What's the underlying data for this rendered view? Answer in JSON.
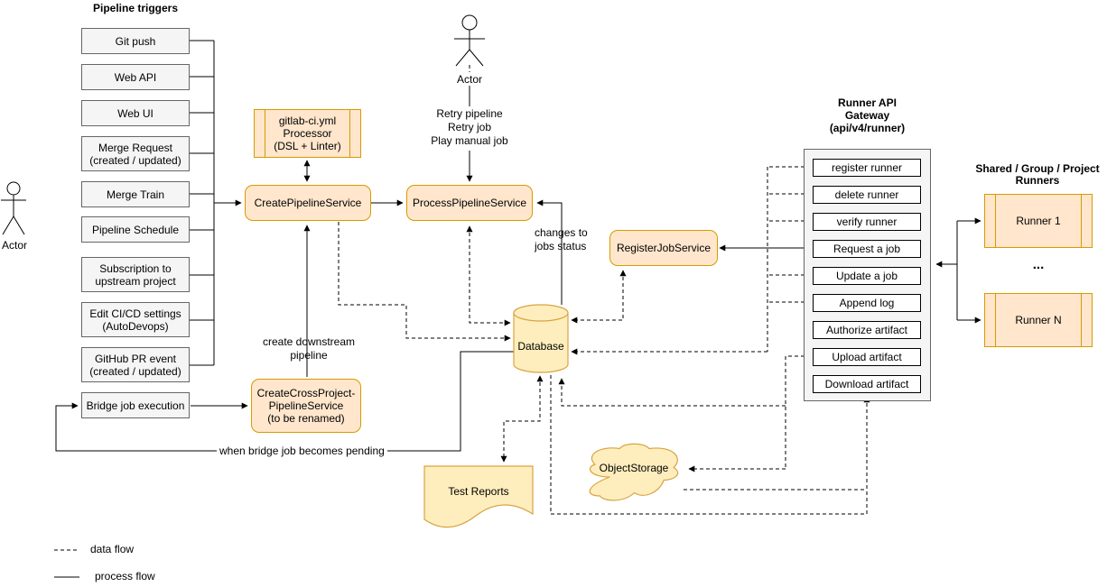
{
  "pipeline_triggers": {
    "title": "Pipeline triggers",
    "items": [
      "Git push",
      "Web API",
      "Web UI",
      "Merge Request\n(created / updated)",
      "Merge Train",
      "Pipeline Schedule",
      "Subscription to\nupstream project",
      "Edit CI/CD settings\n(AutoDevops)",
      "GitHub PR event\n(created / updated)",
      "Bridge job execution"
    ]
  },
  "actors": {
    "left_label": "Actor",
    "top_label": "Actor"
  },
  "services": {
    "processor": "gitlab-ci.yml\nProcessor\n(DSL + Linter)",
    "create_pipeline": "CreatePipelineService",
    "process_pipeline": "ProcessPipelineService",
    "register_job": "RegisterJobService",
    "cross_project": "CreateCrossProject-\nPipelineService\n(to be renamed)"
  },
  "labels": {
    "retry_actions": "Retry pipeline\nRetry job\nPlay manual job",
    "changes_to_jobs_status": "changes to\njobs status",
    "create_downstream_pipeline": "create downstream\npipeline",
    "when_bridge_pending": "when bridge job becomes pending"
  },
  "database": {
    "label": "Database"
  },
  "object_storage": {
    "label": "ObjectStorage"
  },
  "test_reports": {
    "label": "Test Reports"
  },
  "runner_gateway": {
    "title": "Runner API\nGateway\n(api/v4/runner)",
    "endpoints": [
      "register runner",
      "delete runner",
      "verify runner",
      "Request a job",
      "Update a job",
      "Append log",
      "Authorize artifact",
      "Upload artifact",
      "Download artifact"
    ]
  },
  "runners": {
    "title": "Shared / Group / Project\nRunners",
    "items": [
      "Runner 1",
      "Runner N"
    ],
    "ellipsis": "..."
  },
  "legend": {
    "data_flow": "data flow",
    "process_flow": "process flow"
  },
  "colors": {
    "service_fill": "#ffe6cc",
    "service_border": "#d79b00",
    "storage_fill": "#ffeebd",
    "storage_border": "#d8a342",
    "trigger_fill": "#f5f5f5",
    "trigger_border": "#666666",
    "line": "#000000"
  }
}
